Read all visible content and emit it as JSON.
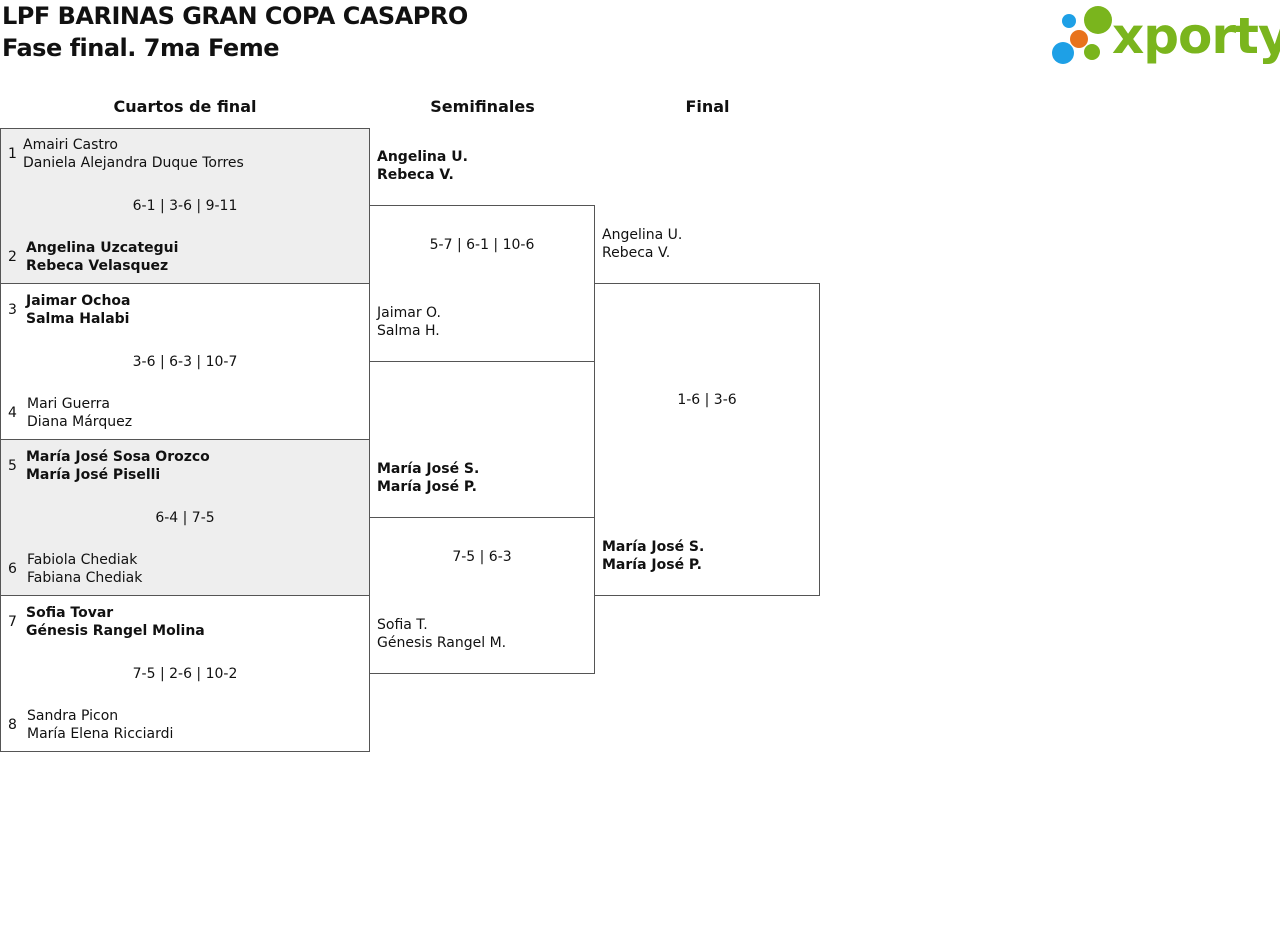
{
  "header": {
    "title": "LPF BARINAS GRAN COPA CASAPRO",
    "subtitle": "Fase final. 7ma Feme"
  },
  "logo": {
    "text": "xporty",
    "colors": {
      "green": "#7ab51d",
      "blue": "#1ea0e6",
      "orange": "#e8731c"
    }
  },
  "rounds": {
    "quarterfinals": "Cuartos de final",
    "semifinals": "Semifinales",
    "final": "Final"
  },
  "quarterfinals": [
    {
      "score": "6-1 | 3-6 | 9-11",
      "top": {
        "seed": "1",
        "p1": "Amairi Castro",
        "p2": "Daniela Alejandra Duque Torres"
      },
      "bottom": {
        "seed": "2",
        "p1": "Angelina Uzcategui",
        "p2": "Rebeca Velasquez"
      }
    },
    {
      "score": "3-6 | 6-3 | 10-7",
      "top": {
        "seed": "3",
        "p1": "Jaimar Ochoa",
        "p2": "Salma Halabi"
      },
      "bottom": {
        "seed": "4",
        "p1": "Mari Guerra",
        "p2": "Diana Márquez"
      }
    },
    {
      "score": "6-4 | 7-5",
      "top": {
        "seed": "5",
        "p1": "María José Sosa Orozco",
        "p2": "María José Piselli"
      },
      "bottom": {
        "seed": "6",
        "p1": "Fabiola Chediak",
        "p2": "Fabiana Chediak"
      }
    },
    {
      "score": "7-5 | 2-6 | 10-2",
      "top": {
        "seed": "7",
        "p1": "Sofia Tovar",
        "p2": "Génesis Rangel Molina"
      },
      "bottom": {
        "seed": "8",
        "p1": "Sandra Picon",
        "p2": "María Elena Ricciardi"
      }
    }
  ],
  "semifinals": [
    {
      "score": "5-7 | 6-1 | 10-6",
      "top": {
        "p1": "Angelina U.",
        "p2": "Rebeca V."
      },
      "bottom": {
        "p1": "Jaimar O.",
        "p2": "Salma H."
      }
    },
    {
      "score": "7-5 | 6-3",
      "top": {
        "p1": "María José S.",
        "p2": "María José P."
      },
      "bottom": {
        "p1": "Sofia T.",
        "p2": "Génesis Rangel M."
      }
    }
  ],
  "final": {
    "score": "1-6 | 3-6",
    "top": {
      "p1": "Angelina U.",
      "p2": "Rebeca V."
    },
    "bottom": {
      "p1": "María José S.",
      "p2": "María José P."
    }
  }
}
